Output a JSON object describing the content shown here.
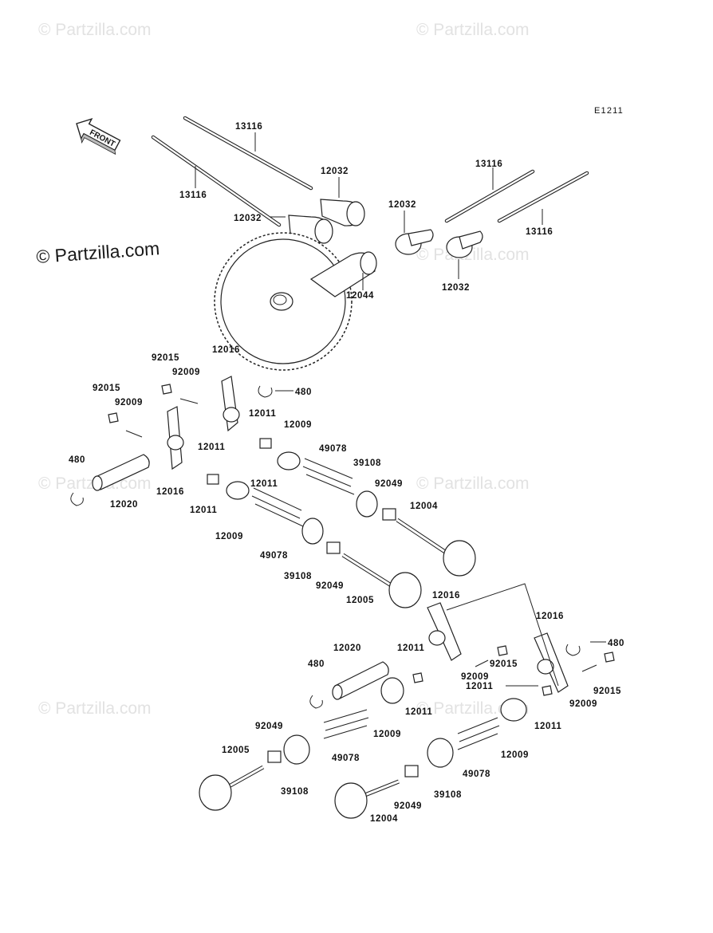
{
  "diagram": {
    "code": "E1211",
    "front_label": "FRONT",
    "watermark_main": "© Partzilla.com",
    "watermark_faint": "© Partzilla.com",
    "labels": [
      {
        "id": "l1",
        "text": "13116"
      },
      {
        "id": "l2",
        "text": "13116"
      },
      {
        "id": "l3",
        "text": "12032"
      },
      {
        "id": "l4",
        "text": "12032"
      },
      {
        "id": "l5",
        "text": "12032"
      },
      {
        "id": "l6",
        "text": "13116"
      },
      {
        "id": "l7",
        "text": "13116"
      },
      {
        "id": "l8",
        "text": "12044"
      },
      {
        "id": "l9",
        "text": "12032"
      },
      {
        "id": "l10",
        "text": "92015"
      },
      {
        "id": "l11",
        "text": "12016"
      },
      {
        "id": "l12",
        "text": "92009"
      },
      {
        "id": "l13",
        "text": "480"
      },
      {
        "id": "l14",
        "text": "92015"
      },
      {
        "id": "l15",
        "text": "92009"
      },
      {
        "id": "l16",
        "text": "12011"
      },
      {
        "id": "l17",
        "text": "12009"
      },
      {
        "id": "l18",
        "text": "12011"
      },
      {
        "id": "l19",
        "text": "49078"
      },
      {
        "id": "l20",
        "text": "39108"
      },
      {
        "id": "l21",
        "text": "480"
      },
      {
        "id": "l22",
        "text": "12011"
      },
      {
        "id": "l23",
        "text": "92049"
      },
      {
        "id": "l24",
        "text": "12016"
      },
      {
        "id": "l25",
        "text": "12020"
      },
      {
        "id": "l26",
        "text": "12011"
      },
      {
        "id": "l27",
        "text": "12004"
      },
      {
        "id": "l28",
        "text": "12009"
      },
      {
        "id": "l29",
        "text": "49078"
      },
      {
        "id": "l30",
        "text": "39108"
      },
      {
        "id": "l31",
        "text": "92049"
      },
      {
        "id": "l32",
        "text": "12005"
      },
      {
        "id": "l33",
        "text": "12016"
      },
      {
        "id": "l34",
        "text": "12016"
      },
      {
        "id": "l35",
        "text": "12020"
      },
      {
        "id": "l36",
        "text": "12011"
      },
      {
        "id": "l37",
        "text": "480"
      },
      {
        "id": "l38",
        "text": "480"
      },
      {
        "id": "l39",
        "text": "92015"
      },
      {
        "id": "l40",
        "text": "92009"
      },
      {
        "id": "l41",
        "text": "92015"
      },
      {
        "id": "l42",
        "text": "12011"
      },
      {
        "id": "l43",
        "text": "92009"
      },
      {
        "id": "l44",
        "text": "12011"
      },
      {
        "id": "l45",
        "text": "12011"
      },
      {
        "id": "l46",
        "text": "92049"
      },
      {
        "id": "l47",
        "text": "12009"
      },
      {
        "id": "l48",
        "text": "12009"
      },
      {
        "id": "l49",
        "text": "12005"
      },
      {
        "id": "l50",
        "text": "49078"
      },
      {
        "id": "l51",
        "text": "49078"
      },
      {
        "id": "l52",
        "text": "39108"
      },
      {
        "id": "l53",
        "text": "92049"
      },
      {
        "id": "l54",
        "text": "39108"
      },
      {
        "id": "l55",
        "text": "12004"
      }
    ]
  }
}
